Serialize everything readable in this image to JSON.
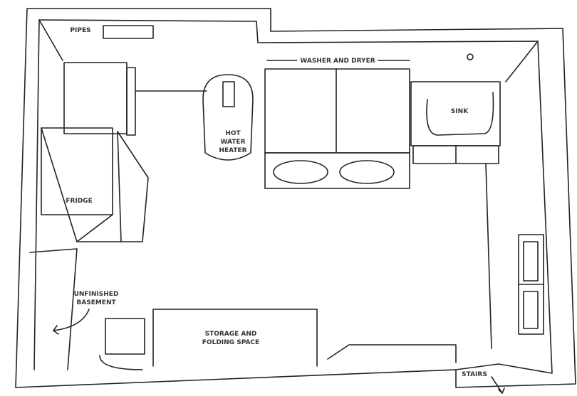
{
  "labels": {
    "pipes": "PIPES",
    "washer_dryer": "WASHER AND DRYER",
    "sink": "SINK",
    "hot_water_heater": [
      "HOT",
      "WATER",
      "HEATER"
    ],
    "fridge": "FRIDGE",
    "unfinished_basement": [
      "UNFINISHED",
      "BASEMENT"
    ],
    "storage": [
      "STORAGE AND",
      "FOLDING SPACE"
    ],
    "stairs": "STAIRS"
  }
}
